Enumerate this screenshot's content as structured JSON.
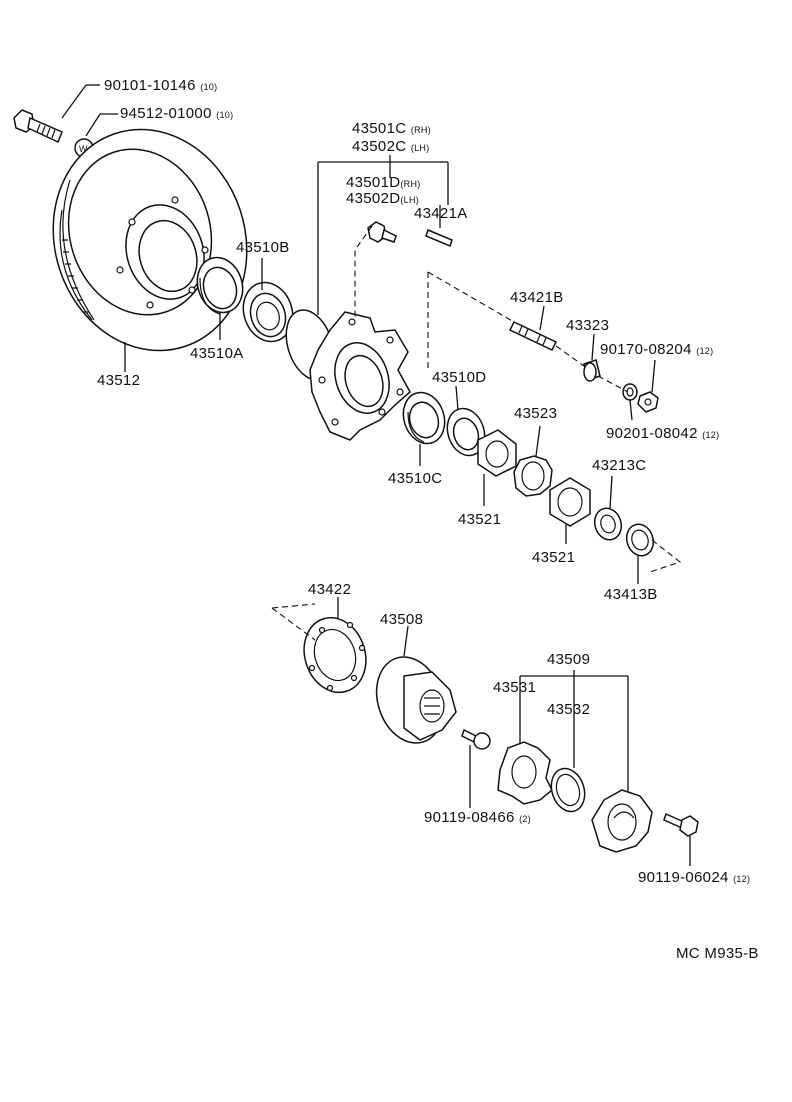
{
  "labels": {
    "p90101_10146": "90101-10146",
    "p90101_10146_qty": "(10)",
    "p94512_01000": "94512-01000",
    "p94512_01000_qty": "(10)",
    "washer_mark": "W",
    "p43501C": "43501C",
    "p43501C_side": "(RH)",
    "p43502C": "43502C",
    "p43502C_side": "(LH)",
    "p43501D": "43501D",
    "p43501D_side": "(RH)",
    "p43502D": "43502D",
    "p43502D_side": "(LH)",
    "p43421A": "43421A",
    "p43510B": "43510B",
    "p43512": "43512",
    "p43510A": "43510A",
    "p43421B": "43421B",
    "p43323": "43323",
    "p90170_08204": "90170-08204",
    "p90170_08204_qty": "(12)",
    "p43510D": "43510D",
    "p90201_08042": "90201-08042",
    "p90201_08042_qty": "(12)",
    "p43523": "43523",
    "p43510C": "43510C",
    "p43213C": "43213C",
    "p43521_a": "43521",
    "p43521_b": "43521",
    "p43413B": "43413B",
    "p43422": "43422",
    "p43508": "43508",
    "p43509": "43509",
    "p43531": "43531",
    "p43532": "43532",
    "p90119_08466": "90119-08466",
    "p90119_08466_qty": "(2)",
    "p90119_06024": "90119-06024",
    "p90119_06024_qty": "(12)",
    "diagram_code": "MC M935-B"
  }
}
